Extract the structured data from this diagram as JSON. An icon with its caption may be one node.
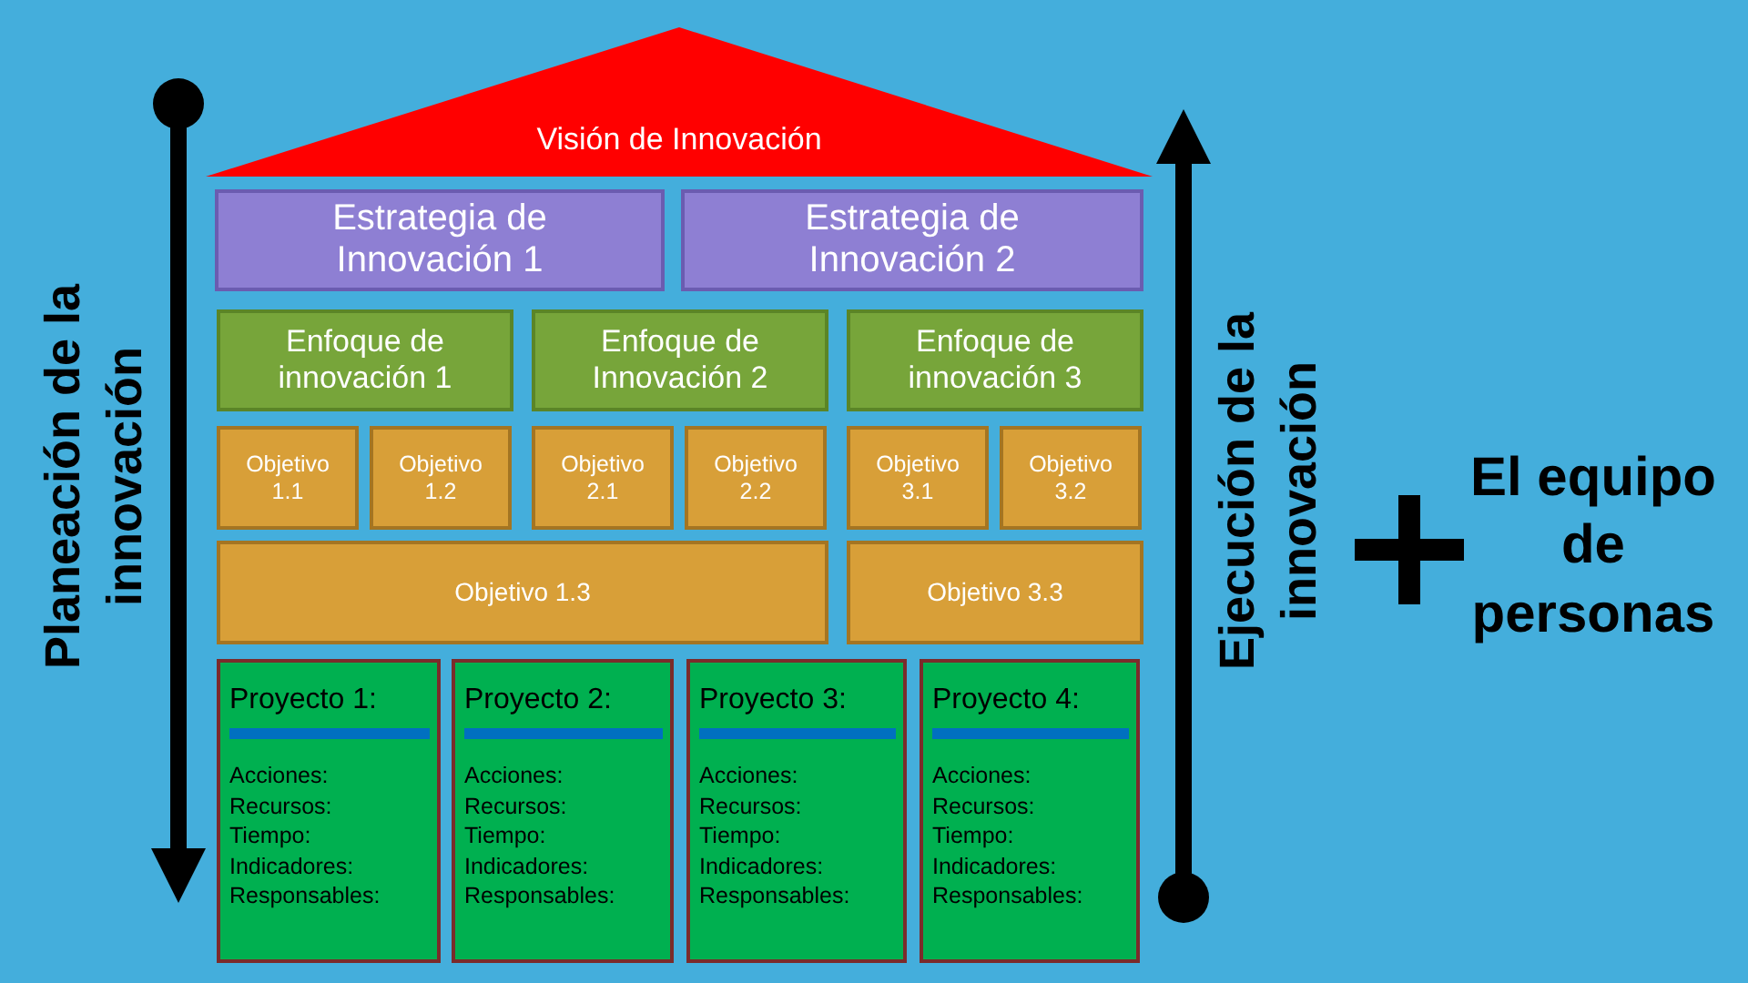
{
  "diagram": {
    "nodes": [
      {
        "text": [
          "Visión de Innovación"
        ]
      },
      {
        "text": [
          "Estrategia de Innovación 1"
        ]
      },
      {
        "text": [
          "Estrategia de Innovación 2"
        ]
      },
      {
        "text": [
          "Enfoque de innovación 1"
        ]
      },
      {
        "text": [
          "Enfoque de Innovación 2"
        ]
      },
      {
        "text": [
          "Enfoque de innovación 3"
        ]
      },
      {
        "text": [
          "Objetivo 1.1"
        ]
      },
      {
        "text": [
          "Objetivo 1.2"
        ]
      },
      {
        "text": [
          "Objetivo 2.1"
        ]
      },
      {
        "text": [
          "Objetivo 2.2"
        ]
      },
      {
        "text": [
          "Objetivo 3.1"
        ]
      },
      {
        "text": [
          "Objetivo 3.2"
        ]
      },
      {
        "text": [
          "Objetivo 1.3"
        ]
      },
      {
        "text": [
          "Objetivo 3.3"
        ]
      },
      {
        "text": [
          "Proyecto 1:",
          "Acciones:",
          "Recursos:",
          "Tiempo:",
          "Indicadores:",
          "Responsables:"
        ]
      },
      {
        "text": [
          "Proyecto 2:",
          "Acciones:",
          "Recursos:",
          "Tiempo:",
          "Indicadores:",
          "Responsables:"
        ]
      },
      {
        "text": [
          "Proyecto 3:",
          "Acciones:",
          "Recursos:",
          "Tiempo:",
          "Indicadores:",
          "Responsables:"
        ]
      },
      {
        "text": [
          "Proyecto 4:",
          "Acciones:",
          "Recursos:",
          "Tiempo:",
          "Indicadores:",
          "Responsables:"
        ]
      }
    ],
    "labels": [
      "Planeación de la innovación",
      "Ejecución de la innovación",
      "El equipo de personas"
    ]
  }
}
